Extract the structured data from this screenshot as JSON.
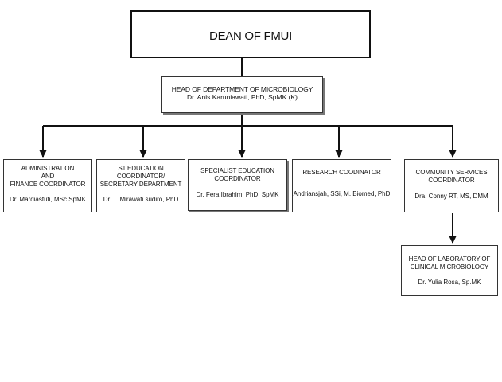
{
  "dean": {
    "title": "DEAN OF FMUI"
  },
  "head": {
    "title": "HEAD OF DEPARTMENT OF MICROBIOLOGY",
    "name": "Dr. Anis Karuniawati, PhD, SpMK (K)"
  },
  "coordinators": [
    {
      "lines": [
        "ADMINISTRATION",
        "AND",
        "FINANCE COORDINATOR"
      ],
      "name": "Dr. Mardiastuti, MSc SpMK"
    },
    {
      "lines": [
        "S1 EDUCATION",
        "COORDINATOR/",
        "SECRETARY DEPARTMENT"
      ],
      "name": "Dr. T. Mirawati sudiro, PhD"
    },
    {
      "lines": [
        "SPECIALIST EDUCATION",
        "COORDINATOR"
      ],
      "name": "Dr. Fera Ibrahim, PhD, SpMK"
    },
    {
      "lines": [
        "RESEARCH COODINATOR"
      ],
      "name": "Andriansjah, SSi, M. Biomed, PhD"
    },
    {
      "lines": [
        "COMMUNITY SERVICES",
        "COORDINATOR"
      ],
      "name": "Dra. Conny RT, MS, DMM"
    }
  ],
  "lab": {
    "lines": [
      "HEAD OF LABORATORY OF",
      "CLINICAL MICROBIOLOGY"
    ],
    "name": "Dr. Yulia Rosa, Sp.MK"
  }
}
